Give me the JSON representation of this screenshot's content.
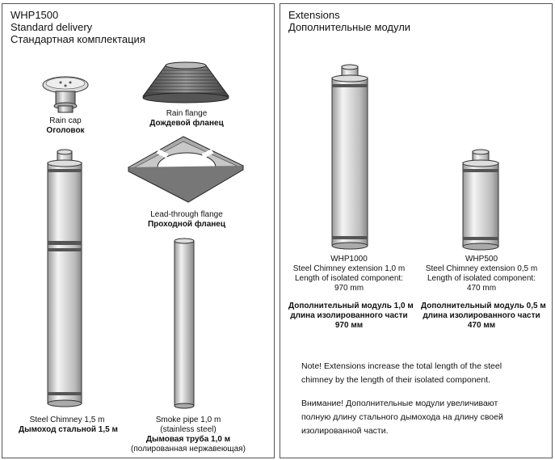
{
  "left": {
    "title": [
      "WHP1500",
      "Standard delivery",
      "Стандартная комплектация"
    ],
    "rain_cap": {
      "en": "Rain cap",
      "ru": "Оголовок"
    },
    "rain_flange": {
      "en": "Rain flange",
      "ru": "Дождевой фланец"
    },
    "lead_flange": {
      "en": "Lead-through flange",
      "ru": "Проходной фланец"
    },
    "chimney": {
      "en": "Steel Chimney 1,5 m",
      "ru": "Дымоход стальной 1,5 м"
    },
    "smoke_pipe": {
      "en1": "Smoke pipe 1,0 m",
      "en2": "(stainless steel)",
      "ru1": "Дымовая труба 1,0 м",
      "ru2": "(полированная нержавеющая)"
    }
  },
  "right": {
    "title": [
      "Extensions",
      "Дополнительные модули"
    ],
    "whp1000": {
      "code": "WHP1000",
      "en1": "Steel Chimney extension 1,0 m",
      "en2": "Length of isolated component:",
      "en3": "970 mm",
      "ru1": "Дополнительный модуль 1,0 м",
      "ru2": "длина изолированного части",
      "ru3": "970 мм"
    },
    "whp500": {
      "code": "WHP500",
      "en1": "Steel Chimney extension 0,5 m",
      "en2": "Length of isolated component:",
      "en3": "470 mm",
      "ru1": "Дополнительный модуль 0,5 м",
      "ru2": "длина изолированного части",
      "ru3": "470 мм"
    },
    "note_en": [
      "Note! Extensions increase the total length of the steel",
      "chimney by the length of their isolated component."
    ],
    "note_ru": [
      "Внимание! Дополнительные модули увеличивают",
      "полную длину стального дымохода на длину своей",
      "изолированной части."
    ]
  }
}
